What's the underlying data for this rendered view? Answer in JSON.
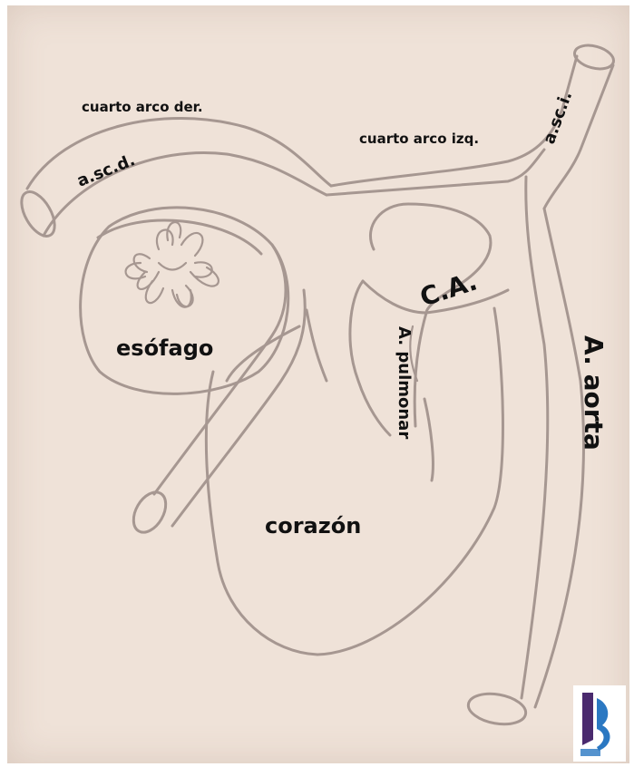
{
  "labels": {
    "cuarto_arco_der": "cuarto arco der.",
    "cuarto_arco_izq": "cuarto arco izq.",
    "asc_d": "a.sc.d.",
    "asc_i": "a.sc.i.",
    "esofago": "esófago",
    "ca": "C.A.",
    "a_pulmonar": "A. pulmonar",
    "a_aorta": "A. aorta",
    "corazon": "corazón"
  },
  "colors": {
    "paper": "#efe2d8",
    "vessel_outline": "#a69791",
    "label_text": "#111111",
    "logo_purple": "#4a2a6e",
    "logo_blue": "#2b78c2"
  }
}
